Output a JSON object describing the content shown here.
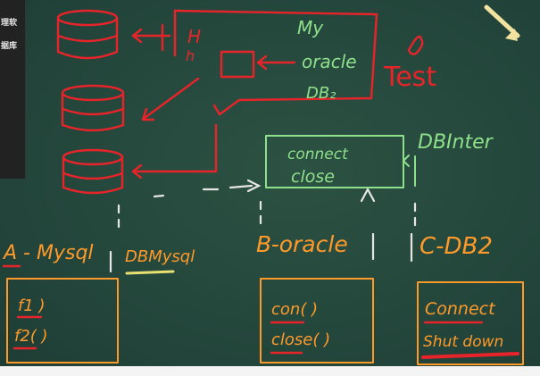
{
  "sidebar": {
    "label_top": "理软",
    "label_bottom": "据库"
  },
  "labels": {
    "h_upper": "H",
    "h_lower": "h",
    "my": "My",
    "oracle": "oracle",
    "db2_top": "DB₂",
    "test": "Test",
    "connect": "connect",
    "close": "close",
    "dbinter": "DBInter",
    "a_mysql": "A - Mysql",
    "dbmysql": "DBMysql",
    "b_oracle": "B-oracle",
    "c_db2": "C-DB2",
    "a_method1": "f1 )",
    "a_method2": "f2( )",
    "b_method1": "con( )",
    "b_method2": "close( )",
    "c_method1": "Connect",
    "c_method2": "Shut down"
  },
  "colors": {
    "board": "#25473a",
    "red": "#e8242a",
    "green": "#8fe08a",
    "orange": "#ff9a2a",
    "yellow": "#e8e070",
    "white": "#e6e6e6"
  }
}
